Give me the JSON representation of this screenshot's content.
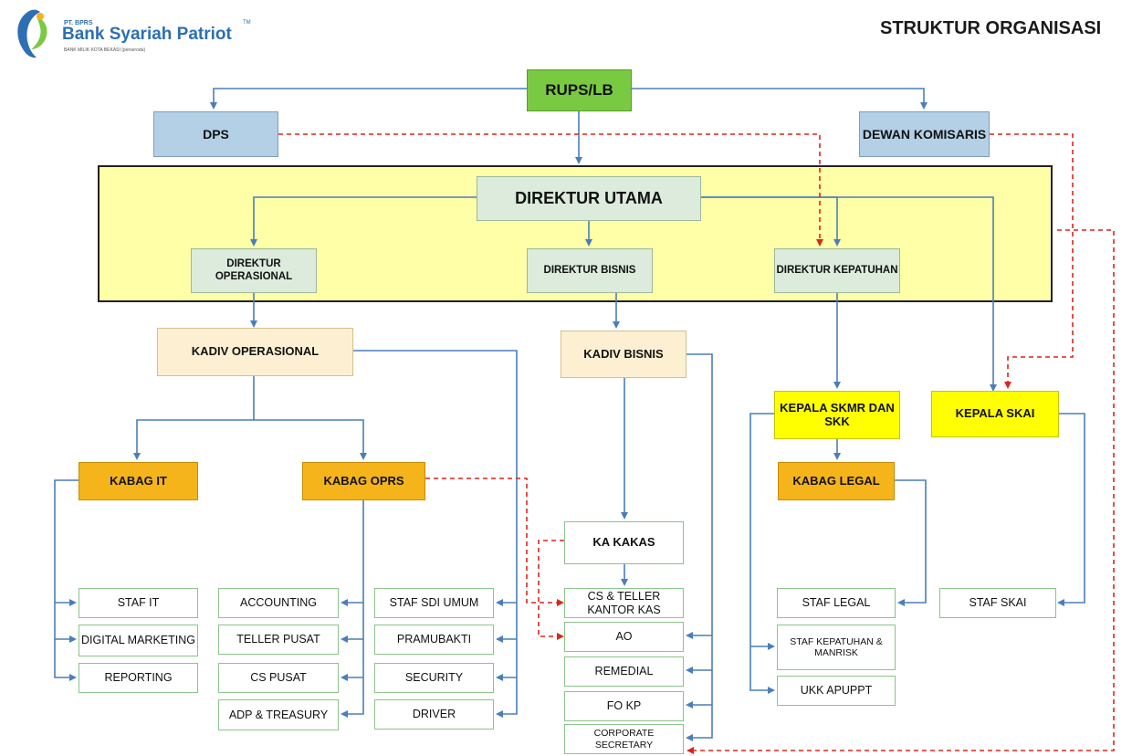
{
  "header": {
    "title": "STRUKTUR ORGANISASI",
    "logo": {
      "company_prefix": "PT. BPRS",
      "name": "Bank Syariah Patriot",
      "tagline": "BANK MILIK KOTA BEKASI (perseroda)",
      "trademark": "TM"
    }
  },
  "org": {
    "rups": "RUPS/LB",
    "dps": "DPS",
    "dewan_komisaris": "DEWAN KOMISARIS",
    "direktur_utama": "DIREKTUR UTAMA",
    "direktur_operasional": "DIREKTUR OPERASIONAL",
    "direktur_bisnis": "DIREKTUR BISNIS",
    "direktur_kepatuhan": "DIREKTUR KEPATUHAN",
    "kadiv_operasional": "KADIV OPERASIONAL",
    "kadiv_bisnis": "KADIV BISNIS",
    "kepala_skmr": "KEPALA SKMR DAN SKK",
    "kepala_skai": "KEPALA SKAI",
    "kabag_it": "KABAG IT",
    "kabag_oprs": "KABAG OPRS",
    "kabag_legal": "KABAG LEGAL",
    "ka_kakas": "KA KAKAS",
    "staf_it": "STAF IT",
    "digital_marketing": "DIGITAL MARKETING",
    "reporting": "REPORTING",
    "accounting": "ACCOUNTING",
    "teller_pusat": "TELLER PUSAT",
    "cs_pusat": "CS PUSAT",
    "adp_treasury": "ADP & TREASURY",
    "staf_sdi_umum": "STAF SDI UMUM",
    "pramubakti": "PRAMUBAKTI",
    "security": "SECURITY",
    "driver": "DRIVER",
    "cs_teller_kantor_kas": "CS & TELLER KANTOR KAS",
    "ao": "AO",
    "remedial": "REMEDIAL",
    "fo_kp": "FO KP",
    "corporate_secretary": "CORPORATE SECRETARY",
    "staf_legal": "STAF LEGAL",
    "staf_kepatuhan_manrisk": "STAF KEPATUHAN & MANRISK",
    "ukk_apuppt": "UKK APUPPT",
    "staf_skai": "STAF SKAI"
  },
  "colors": {
    "line_solid": "#4a7ebb",
    "line_dashed": "#d9261c",
    "panel_fill": "#ffffa8",
    "rups_fill": "#7ac943",
    "board_fill": "#b4d0e6",
    "director_fill": "#dcebdc",
    "division_fill": "#fdf0d2",
    "head_fill": "#ffff00",
    "section_fill": "#f4b41a",
    "staff_border": "#8cc38c"
  }
}
